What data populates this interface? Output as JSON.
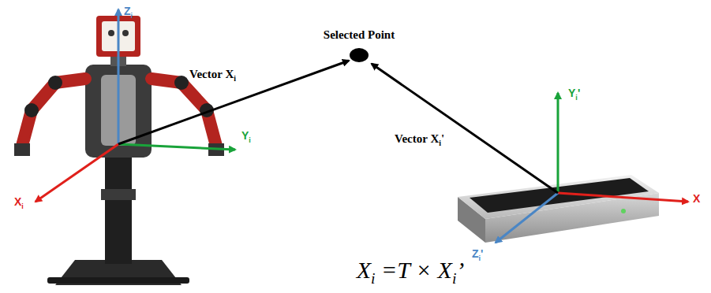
{
  "diagram": {
    "nodes": [
      {
        "text": [
          "Selected Point"
        ]
      }
    ],
    "labels": [
      "Zi",
      "Yi",
      "Xi",
      "Vector Xi",
      "Yi'",
      "X",
      "Zi'",
      "Vector Xi'",
      "Xi =T × Xi’"
    ]
  }
}
